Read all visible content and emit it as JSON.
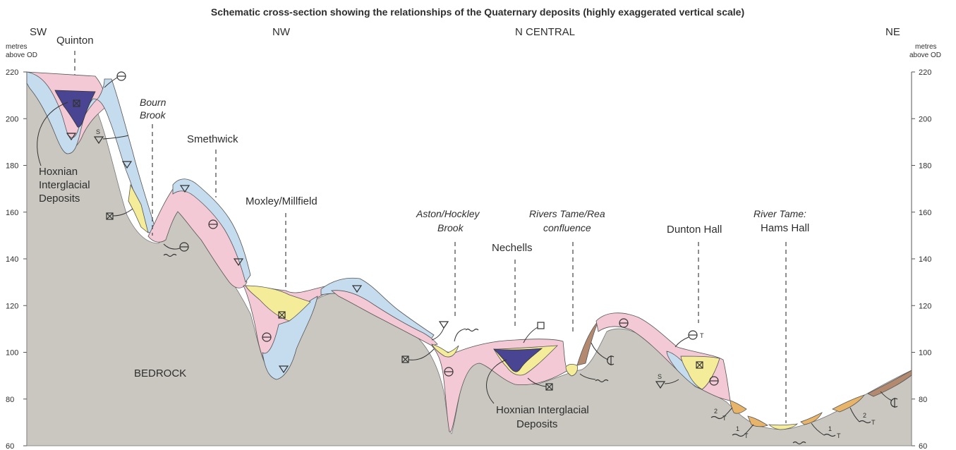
{
  "title": "Schematic cross-section showing the relationships of the Quaternary deposits (highly exaggerated vertical scale)",
  "directions": [
    "SW",
    "NW",
    "N CENTRAL",
    "NE"
  ],
  "axis_unit_left": [
    "metres",
    "above OD"
  ],
  "axis_unit_right": [
    "metres",
    "above OD"
  ],
  "axis_ticks": [
    "220",
    "200",
    "180",
    "160",
    "140",
    "120",
    "100",
    "80",
    "60"
  ],
  "locations": {
    "quinton": "Quinton",
    "bourn_brook": [
      "Bourn",
      "Brook"
    ],
    "smethwick": "Smethwick",
    "moxley": "Moxley/Millfield",
    "aston": [
      "Aston/Hockley",
      "Brook"
    ],
    "nechells": "Nechells",
    "tame_rea": [
      "Rivers Tame/Rea",
      "confluence"
    ],
    "dunton": "Dunton Hall",
    "hams_hall": [
      "River Tame:",
      "Hams Hall"
    ]
  },
  "hoxnian_left": [
    "Hoxnian",
    "Interglacial",
    "Deposits"
  ],
  "hoxnian_center": [
    "Hoxnian Interglacial",
    "Deposits"
  ],
  "bedrock": "BEDROCK",
  "symbol_letters": {
    "s": "S",
    "t": "T",
    "one": "1",
    "two": "2"
  },
  "colors": {
    "bedrock": "#c9c7c0",
    "blue_deposit": "#c5dcef",
    "pink_deposit": "#f3c9d5",
    "yellow_deposit": "#f4ec98",
    "dark_blue_deposit": "#4a4592",
    "orange_terrace": "#e8b46a",
    "brown_deposit": "#b38a70",
    "lines": "#333333"
  }
}
